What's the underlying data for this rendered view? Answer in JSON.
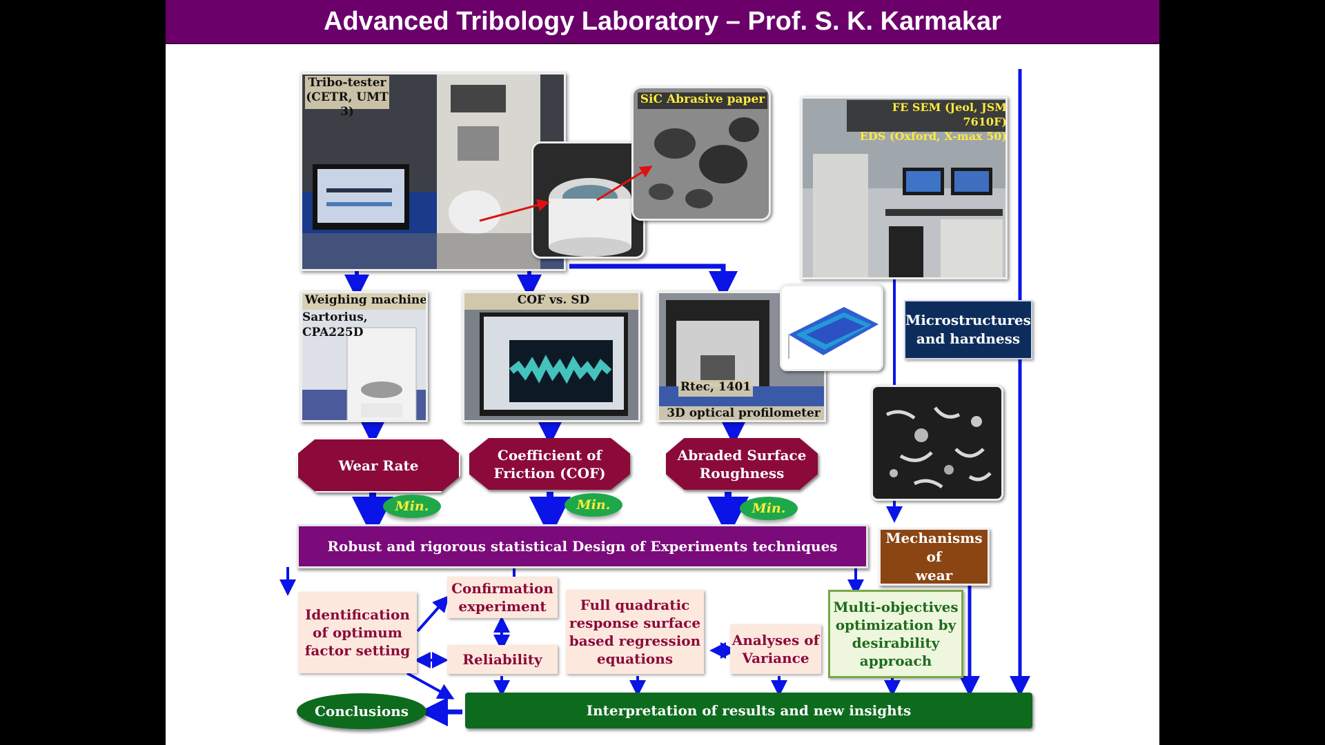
{
  "title": "Advanced Tribology Laboratory – Prof. S. K. Karmakar",
  "equipment": {
    "tribo_tester": "Tribo-tester\n(CETR, UMT 3)",
    "sic_paper": "SiC Abrasive paper",
    "fesem": "FE SEM  (Jeol, JSM 7610F)\nEDS (Oxford, X-max 50)",
    "weighing_title": "Weighing machine",
    "weighing_model": "Sartorius,\nCPA225D",
    "cof_vs_sd": "COF vs. SD",
    "rtec": "Rtec, 1401",
    "profilometer": "3D optical profilometer"
  },
  "responses": {
    "wear_rate": "Wear Rate",
    "cof": "Coefficient of\nFriction (COF)",
    "roughness": "Abraded Surface\nRoughness",
    "min_label": "Min."
  },
  "microstructures": "Microstructures\nand hardness",
  "mechanisms": "Mechanisms of\nwear",
  "doe_bar": "Robust and rigorous statistical Design of Experiments techniques",
  "analysis": {
    "identification": "Identification\nof optimum\nfactor setting",
    "confirmation": "Confirmation\nexperiment",
    "reliability": "Reliability",
    "full_quadratic": "Full quadratic\nresponse surface\nbased regression\nequations",
    "anova": "Analyses of\nVariance",
    "multi_objective": "Multi-objectives\noptimization by\ndesirability\napproach"
  },
  "interpretation": "Interpretation of results and new insights",
  "conclusions": "Conclusions",
  "colors": {
    "title_bar": "#6b006b",
    "response_box": "#8b0a3a",
    "arrow": "#0a14e6",
    "green_bar": "#0d6b1e",
    "purple_bar": "#7b0a7b",
    "navy": "#0c2d5c",
    "brown": "#8b4513"
  }
}
